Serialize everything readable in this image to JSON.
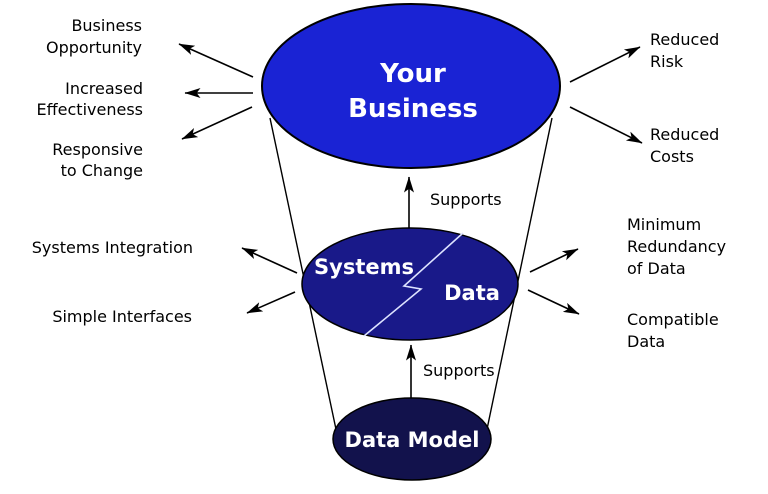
{
  "colors": {
    "business_fill": "#1a23d4",
    "systems_data_fill": "#191989",
    "data_model_fill": "#12124c",
    "divider_line": "#dde3ff",
    "node_text": "#ffffff",
    "label_text": "#000000"
  },
  "nodes": {
    "your_business": {
      "lines": [
        "Your",
        "Business"
      ]
    },
    "systems_data": {
      "left": "Systems",
      "right": "Data"
    },
    "data_model": {
      "label": "Data Model"
    }
  },
  "connectors": {
    "supports_upper": "Supports",
    "supports_lower": "Supports"
  },
  "labels": {
    "business_opportunity": [
      "Business",
      "Opportunity"
    ],
    "increased_effectiveness": [
      "Increased",
      "Effectiveness"
    ],
    "responsive_to_change": [
      "Responsive",
      "to Change"
    ],
    "systems_integration": [
      "Systems Integration"
    ],
    "simple_interfaces": [
      "Simple Interfaces"
    ],
    "reduced_risk": [
      "Reduced",
      "Risk"
    ],
    "reduced_costs": [
      "Reduced",
      "Costs"
    ],
    "minimum_redundancy_of_data": [
      "Minimum",
      "Redundancy",
      "of Data"
    ],
    "compatible_data": [
      "Compatible",
      "Data"
    ]
  }
}
